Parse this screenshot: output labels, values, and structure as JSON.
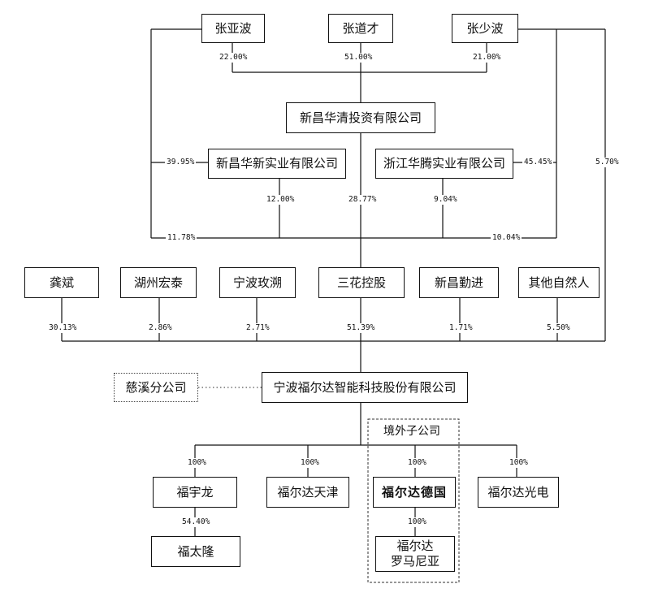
{
  "nodes": {
    "zhang_yabo": "张亚波",
    "zhang_daocai": "张道才",
    "zhang_shaobo": "张少波",
    "xinchang_huaqing": "新昌华清投资有限公司",
    "xinchang_huaxin": "新昌华新实业有限公司",
    "zhejiang_huateng": "浙江华腾实业有限公司",
    "gong_bin": "龚斌",
    "huzhou_hongtai": "湖州宏泰",
    "ningbo_meishuo": "宁波玫溯",
    "sanhua_holding": "三花控股",
    "xinchang_qinjin": "新昌勤进",
    "other_persons": "其他自然人",
    "cixi_branch": "慈溪分公司",
    "fuerda": "宁波福尔达智能科技股份有限公司",
    "fuyulong": "福宇龙",
    "fuerda_tianjin": "福尔达天津",
    "fuerda_germany": "福尔达德国",
    "fuerda_optoelectronics": "福尔达光电",
    "futailong": "福太隆",
    "fuerda_romania_line1": "福尔达",
    "fuerda_romania_line2": "罗马尼亚"
  },
  "group_label": "境外子公司",
  "percentages": {
    "yabo_to_huaqing": "22.00%",
    "daocai_to_huaqing": "51.00%",
    "shaobo_to_huaqing": "21.00%",
    "yabo_to_huaxin": "39.95%",
    "shaobo_to_huateng": "45.45%",
    "shaobo_to_fuerda": "5.70%",
    "huaxin_to_sanhua": "12.00%",
    "huaqing_to_sanhua": "28.77%",
    "huateng_to_sanhua": "9.04%",
    "yabo_to_sanhua": "11.78%",
    "shaobo_to_sanhua": "10.04%",
    "gongbin_to_fuerda": "30.13%",
    "huzhou_to_fuerda": "2.86%",
    "ningbo_to_fuerda": "2.71%",
    "sanhua_to_fuerda": "51.39%",
    "qinjin_to_fuerda": "1.71%",
    "others_to_fuerda": "5.50%",
    "fuerda_to_fuyulong": "100%",
    "fuerda_to_tianjin": "100%",
    "fuerda_to_germany": "100%",
    "fuerda_to_opto": "100%",
    "fuyulong_to_futailong": "54.40%",
    "germany_to_romania": "100%"
  }
}
